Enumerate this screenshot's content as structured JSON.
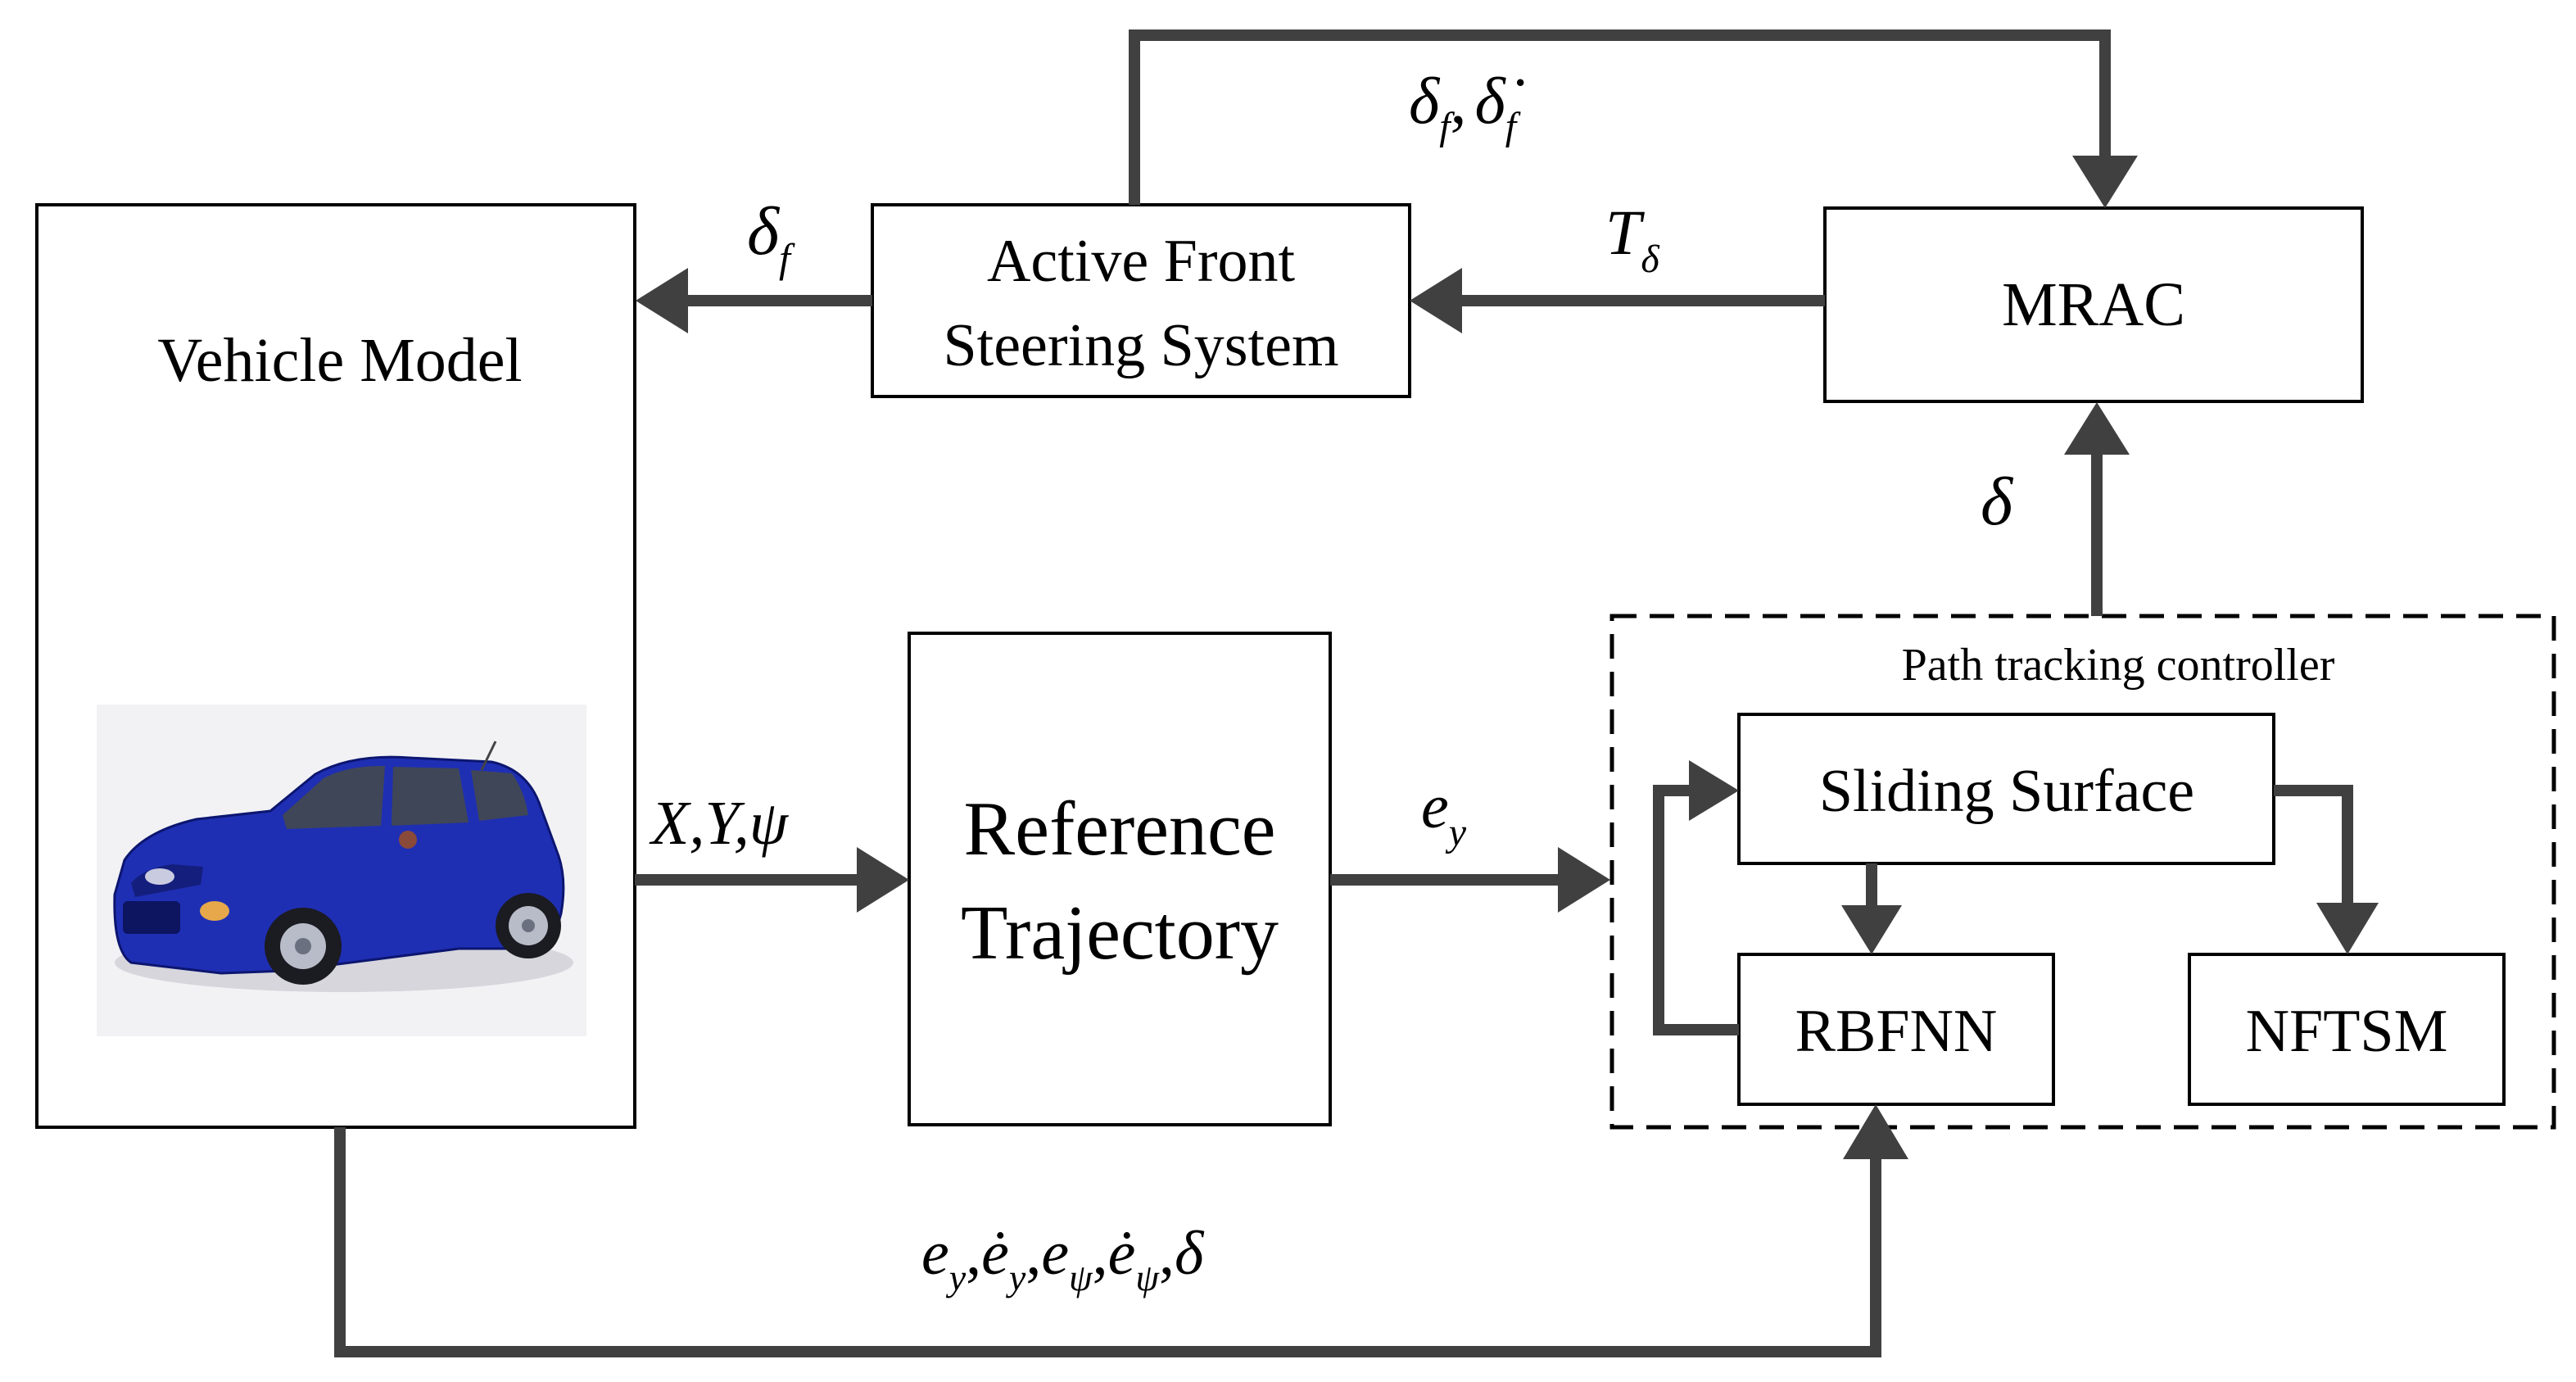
{
  "blocks": {
    "vehicle_model": "Vehicle Model",
    "afs_line1": "Active Front",
    "afs_line2": "Steering System",
    "mrac": "MRAC",
    "ref_line1": "Reference",
    "ref_line2": "Trajectory",
    "path_controller": "Path tracking controller",
    "sliding_surface": "Sliding Surface",
    "rbfnn": "RBFNN",
    "nftsm": "NFTSM"
  },
  "signals": {
    "delta_f": {
      "base": "δ",
      "sub": "f"
    },
    "delta_f_pair": {
      "base1": "δ",
      "sub1": "f",
      "sep": ",",
      "base2": "δ̇",
      "sub2": "f"
    },
    "t_delta": {
      "base": "T",
      "sub": "δ"
    },
    "delta": "δ",
    "xy_psi": "X,Y,ψ",
    "e_y": {
      "base": "e",
      "sub": "y"
    },
    "feedback": {
      "t1": "e",
      "s1": "y",
      "c1": ",",
      "t2": "ė",
      "s2": "y",
      "c2": ",",
      "t3": "e",
      "s3": "ψ",
      "c3": ",",
      "t4": "ė",
      "s4": "ψ",
      "c4": ",",
      "t5": "δ"
    }
  },
  "colors": {
    "connector": "#404040",
    "car_body": "#1f2fb4",
    "box_stroke": "#000000"
  }
}
